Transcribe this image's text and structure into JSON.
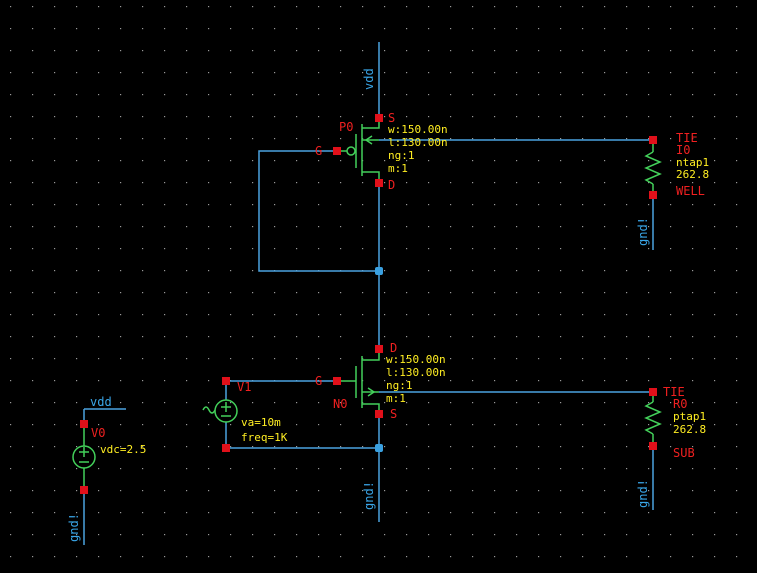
{
  "colors": {
    "background": "#000000",
    "wire": "#4aa3df",
    "device": "#43d05a",
    "pin": "#e0101a",
    "instance_label": "#f02020",
    "param": "#ffee22",
    "param_alt": "#ff9a1a",
    "grid_dot": "#9a9a9a"
  },
  "nets": {
    "vdd_top": "vdd",
    "vdd_left": "vdd",
    "gnd_p_tap": "gnd!",
    "gnd_n_source": "gnd!",
    "gnd_n_tap": "gnd!",
    "gnd_vdc": "gnd!"
  },
  "pmos": {
    "name": "P0",
    "pins": {
      "source": "S",
      "gate": "G",
      "drain": "D"
    },
    "params": [
      "w:150.00n",
      "l:130.00n",
      "ng:1",
      "m:1"
    ]
  },
  "nmos": {
    "name": "N0",
    "pins": {
      "drain": "D",
      "gate": "G",
      "source": "S"
    },
    "params": [
      "w:150.00n",
      "l:130.00n",
      "ng:1",
      "m:1"
    ]
  },
  "ntap": {
    "pin": "TIE",
    "name": "I0",
    "cell": "ntap1",
    "value": "262.8",
    "terminal": "WELL"
  },
  "ptap": {
    "pin": "TIE",
    "name": "R0",
    "cell": "ptap1",
    "value": "262.8",
    "terminal": "SUB"
  },
  "vsin": {
    "name": "V1",
    "params": [
      "va=10m",
      "freq=1K"
    ]
  },
  "vdc": {
    "name": "V0",
    "param": "vdc=2.5"
  }
}
